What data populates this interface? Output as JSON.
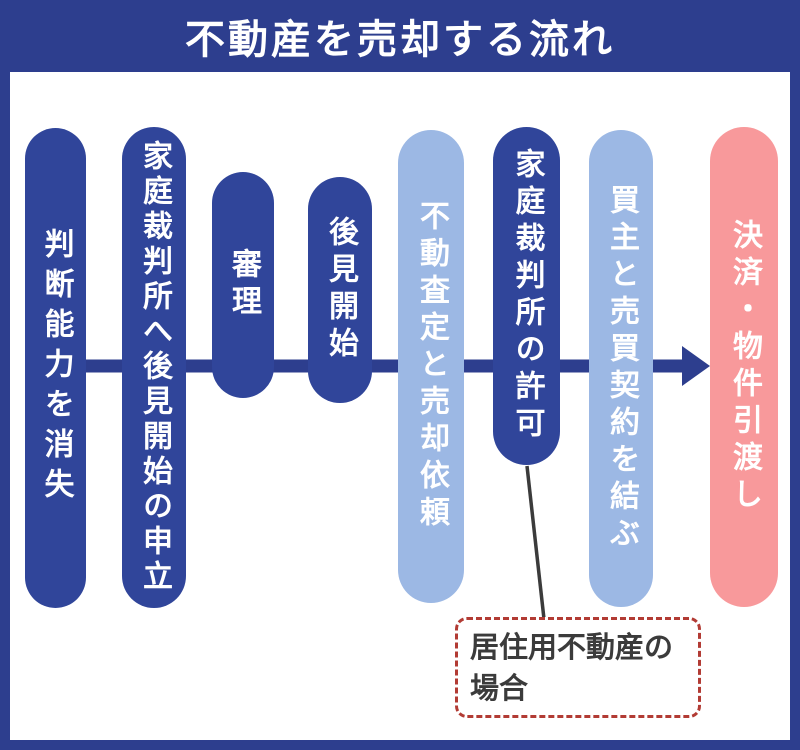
{
  "header": {
    "title": "不動産を売却する流れ"
  },
  "flow": {
    "steps": [
      {
        "label": "判断能力を消失",
        "variant": "dark"
      },
      {
        "label": "家庭裁判所へ後見開始の申立",
        "variant": "dark"
      },
      {
        "label": "審理",
        "variant": "dark"
      },
      {
        "label": "後見開始",
        "variant": "dark"
      },
      {
        "label": "不動査定と売却依頼",
        "variant": "light"
      },
      {
        "label": "家庭裁判所の許可",
        "variant": "dark"
      },
      {
        "label": "買主と売買契約を結ぶ",
        "variant": "light"
      },
      {
        "label": "決済・物件引渡し",
        "variant": "pink"
      }
    ],
    "arrow_direction": "right"
  },
  "callout": {
    "label": "居住用不動産の場合"
  },
  "colors": {
    "frame_blue": "#2d3e8e",
    "pill_dark_blue": "#30459a",
    "pill_light_blue": "#9cb8e4",
    "pill_pink": "#f8999b",
    "callout_border_red": "#b23b34",
    "callout_text": "#3b3b3b",
    "label_text": "#ffffff"
  }
}
